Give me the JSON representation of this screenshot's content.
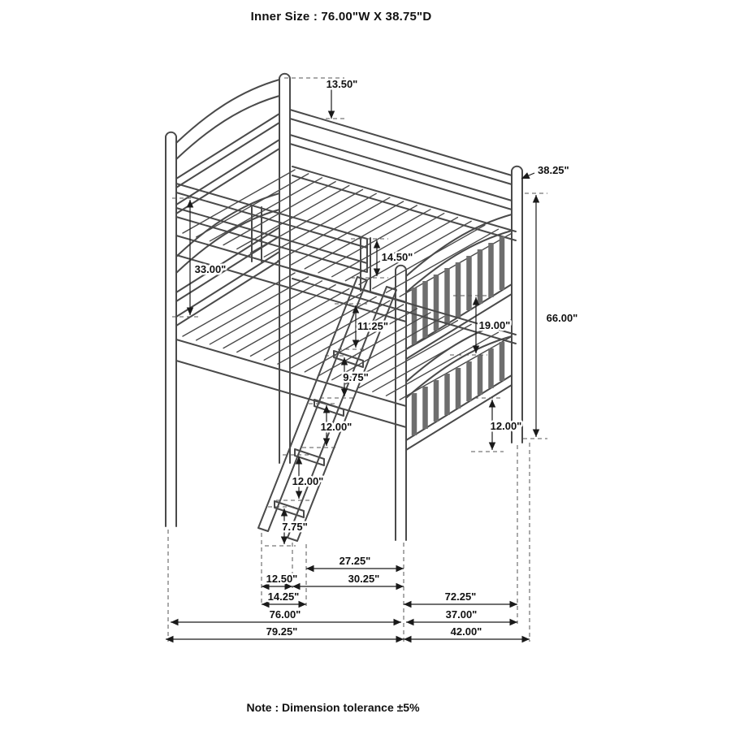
{
  "title": "Inner Size : 76.00\"W X 38.75\"D",
  "note": "Note : Dimension tolerance ±5%",
  "colors": {
    "bed_line": "#4a4a4a",
    "dim_line": "#1a1a1a",
    "background": "#ffffff"
  },
  "dims": {
    "top_rail_height": "13.50\"",
    "top_bunk_depth": "38.25\"",
    "left_bunk_spacing": "33.00\"",
    "guardrail_height": "14.50\"",
    "ladder_step_1": "11.25\"",
    "ladder_step_2": "9.75\"",
    "ladder_step_3": "12.00\"",
    "ladder_step_4": "12.00\"",
    "ladder_step_5": "7.75\"",
    "bunk_spacing_right": "19.00\"",
    "overall_height": "66.00\"",
    "footboard_clearance": "12.00\"",
    "ladder_inset_inner": "27.25\"",
    "ladder_width_inner": "12.50\"",
    "ladder_inset_outer": "30.25\"",
    "ladder_width_outer": "14.25\"",
    "inner_length_right": "72.25\"",
    "bed_length": "76.00\"",
    "inner_depth": "37.00\"",
    "overall_length": "79.25\"",
    "overall_depth": "42.00\""
  }
}
